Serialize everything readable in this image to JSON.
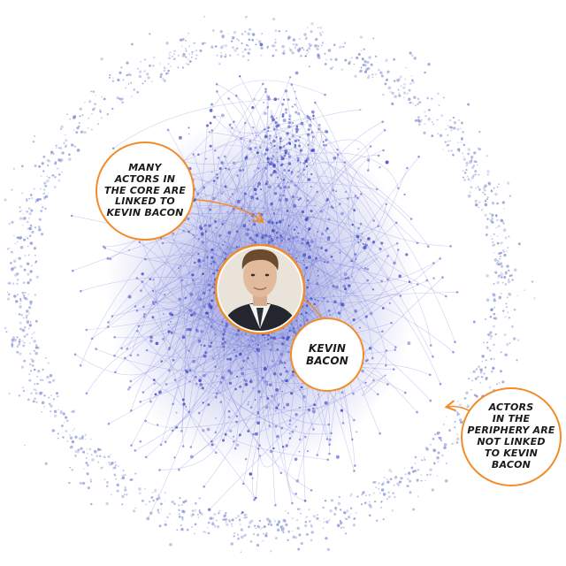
{
  "diagram": {
    "type": "network-graph",
    "node_color": "#3a45c4",
    "edge_color": "#8e96dd",
    "accent_color": "#f28c28",
    "callouts": {
      "core": "MANY\nACTORS IN\nTHE CORE ARE\nLINKED TO\nKEVIN BACON",
      "center": "KEVIN\nBACON",
      "periphery": "ACTORS\nIN THE\nPERIPHERY ARE\nNOT LINKED\nTO KEVIN\nBACON"
    },
    "center_photo": "kevin-bacon-portrait"
  }
}
